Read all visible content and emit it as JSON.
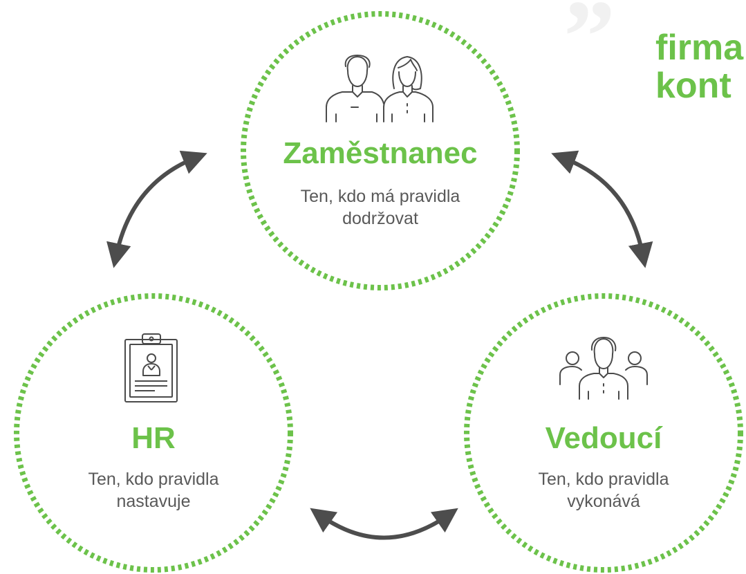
{
  "quote_glyph": "”",
  "headline": {
    "line1": "firma",
    "line2": "kont"
  },
  "nodes": {
    "employee": {
      "icon": "employees-icon",
      "title": "Zaměstnanec",
      "desc_line1": "Ten, kdo má pravidla",
      "desc_line2": "dodržovat"
    },
    "hr": {
      "icon": "clipboard-profile-icon",
      "title": "HR",
      "desc_line1": "Ten, kdo pravidla",
      "desc_line2": "nastavuje"
    },
    "manager": {
      "icon": "team-leader-icon",
      "title": "Vedoucí",
      "desc_line1": "Ten, kdo pravidla",
      "desc_line2": "vykonává"
    }
  },
  "edges": [
    {
      "from": "employee",
      "to": "hr",
      "style": "bidirectional"
    },
    {
      "from": "employee",
      "to": "manager",
      "style": "bidirectional"
    },
    {
      "from": "hr",
      "to": "manager",
      "style": "bidirectional"
    }
  ],
  "colors": {
    "accent_green": "#6cc24a",
    "text_gray": "#595959",
    "arrow_gray": "#4d4d4d",
    "icon_gray": "#4a4a4a",
    "quote_gray": "#f1f1f1"
  }
}
